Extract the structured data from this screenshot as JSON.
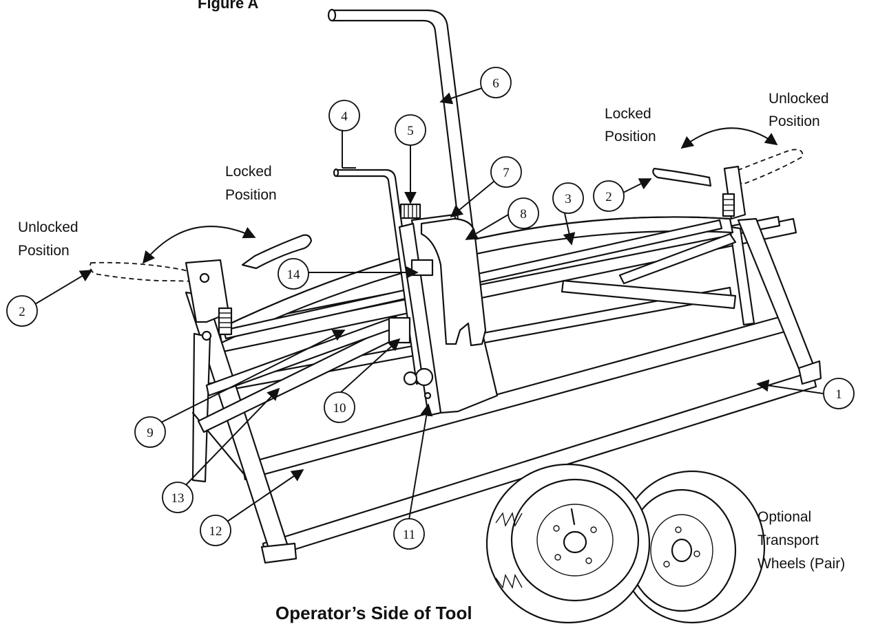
{
  "figure_title": "Figure A",
  "caption": "Operator’s Side of Tool",
  "labels": {
    "locked_position_left": [
      "Locked",
      "Position"
    ],
    "unlocked_position_left": [
      "Unlocked",
      "Position"
    ],
    "locked_position_right": [
      "Locked",
      "Position"
    ],
    "unlocked_position_right": [
      "Unlocked",
      "Position"
    ],
    "optional_wheels": [
      "Optional",
      "Transport",
      "Wheels (Pair)"
    ]
  },
  "callouts": [
    "1",
    "2",
    "2",
    "3",
    "4",
    "5",
    "6",
    "7",
    "8",
    "9",
    "10",
    "11",
    "12",
    "13",
    "14"
  ]
}
